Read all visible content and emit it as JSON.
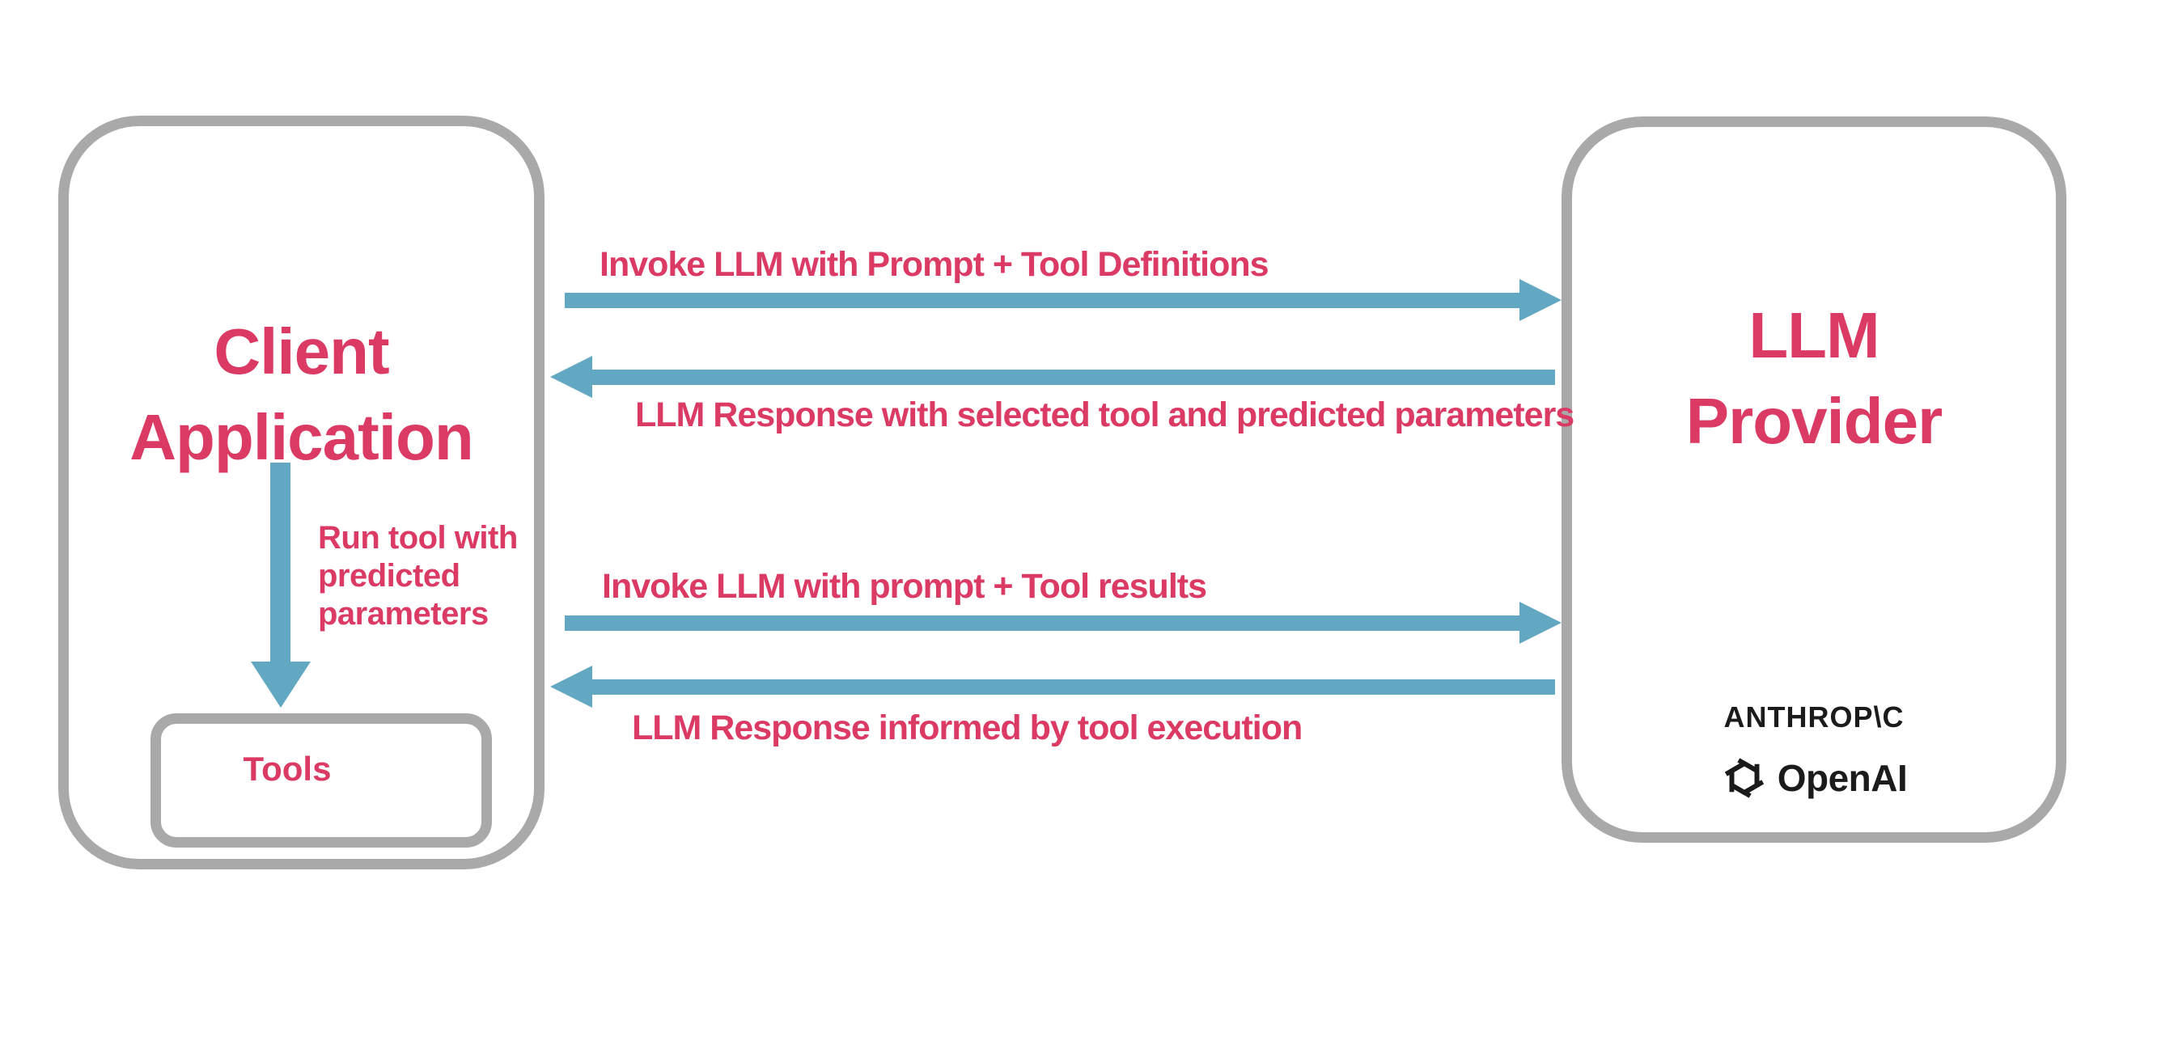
{
  "colors": {
    "accent_pink": "#DB3A64",
    "arrow_blue": "#62A8C2",
    "box_border_gray": "#A9A9A9",
    "logo_black": "#1B1B1B",
    "background": "#FFFFFF"
  },
  "client_box": {
    "title_line1": "Client",
    "title_line2": "Application",
    "tools_label": "Tools"
  },
  "llm_box": {
    "title_line1": "LLM",
    "title_line2": "Provider",
    "anthropic_wordmark": "ANTHROP\\C",
    "openai_wordmark": "OpenAI",
    "openai_icon": "openai-logo-icon"
  },
  "arrows": [
    {
      "direction": "right",
      "from": "client-application",
      "to": "llm-provider",
      "label": "Invoke LLM with Prompt + Tool Definitions"
    },
    {
      "direction": "left",
      "from": "llm-provider",
      "to": "client-application",
      "label": "LLM Response with selected tool and predicted parameters"
    },
    {
      "direction": "right",
      "from": "client-application",
      "to": "llm-provider",
      "label": "Invoke LLM with prompt + Tool results"
    },
    {
      "direction": "left",
      "from": "llm-provider",
      "to": "client-application",
      "label": "LLM Response informed by tool execution"
    },
    {
      "direction": "down",
      "from": "client-application",
      "to": "tools",
      "label": "Run tool with\npredicted\nparameters"
    }
  ]
}
